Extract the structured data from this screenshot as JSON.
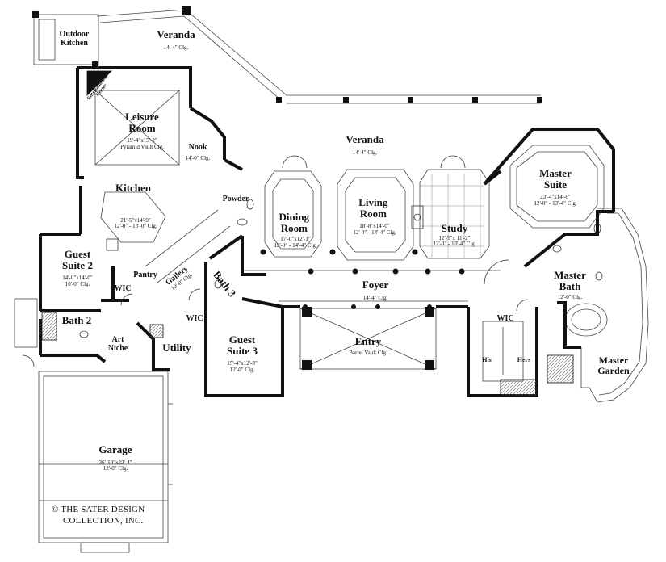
{
  "rooms": {
    "outdoor_kitchen": {
      "name": "Outdoor Kitchen"
    },
    "veranda_top": {
      "name": "Veranda",
      "clg": "14'-4\" Clg."
    },
    "leisure": {
      "name": "Leisure Room",
      "dims": "19'-4\"x15'-2\"",
      "clg": "Pyramid Vault Clg."
    },
    "entertainment": {
      "name": "Entertainment Center"
    },
    "nook": {
      "name": "Nook",
      "clg": "14'-0\" Clg."
    },
    "veranda_main": {
      "name": "Veranda",
      "clg": "14'-4\" Clg."
    },
    "kitchen": {
      "name": "Kitchen",
      "dims": "21'-5\"x14'-9\"",
      "clg": "12'-0\" - 13'-0\" Clg."
    },
    "powder": {
      "name": "Powder"
    },
    "dining": {
      "name": "Dining Room",
      "dims": "17'-0\"x12'-1\"",
      "clg": "12'-0\" - 14'-4\" Clg."
    },
    "living": {
      "name": "Living Room",
      "dims": "18'-8\"x14'-0\"",
      "clg": "12'-0\" - 14'-4\" Clg."
    },
    "study": {
      "name": "Study",
      "dims": "12'-5\"x 11'-2\"",
      "clg": "12'-0\" - 13'-4\" Clg."
    },
    "master_suite": {
      "name": "Master Suite",
      "dims": "23'-4\"x14'-6\"",
      "clg": "12'-0\" - 13'-4\" Clg."
    },
    "guest_suite2": {
      "name": "Guest Suite 2",
      "dims": "14'-0\"x14'-0\"",
      "clg": "10'-0\" Clg."
    },
    "pantry": {
      "name": "Pantry"
    },
    "wic_left": {
      "name": "WIC"
    },
    "gallery": {
      "name": "Gallery",
      "clg": "10'-0\" Clg."
    },
    "bath3": {
      "name": "Bath 3"
    },
    "foyer": {
      "name": "Foyer",
      "clg": "14'-4\" Clg."
    },
    "master_bath": {
      "name": "Master Bath",
      "clg": "12'-0\" Clg."
    },
    "bath2": {
      "name": "Bath 2"
    },
    "art_niche": {
      "name": "Art Niche"
    },
    "wic_mid": {
      "name": "WIC"
    },
    "utility": {
      "name": "Utility"
    },
    "guest_suite3": {
      "name": "Guest Suite 3",
      "dims": "15'-4\"x12'-8\"",
      "clg": "12'-0\" Clg."
    },
    "entry": {
      "name": "Entry",
      "clg": "Barrel Vault Clg."
    },
    "wic_master": {
      "name": "WIC"
    },
    "his": {
      "name": "His"
    },
    "hers": {
      "name": "Hers"
    },
    "master_garden": {
      "name": "Master Garden"
    },
    "garage": {
      "name": "Garage",
      "dims": "36'-10\"x22'-4\"",
      "clg": "12'-0\" Clg."
    }
  },
  "copyright": {
    "line1": "© THE SATER DESIGN",
    "line2": "COLLECTION, INC."
  }
}
